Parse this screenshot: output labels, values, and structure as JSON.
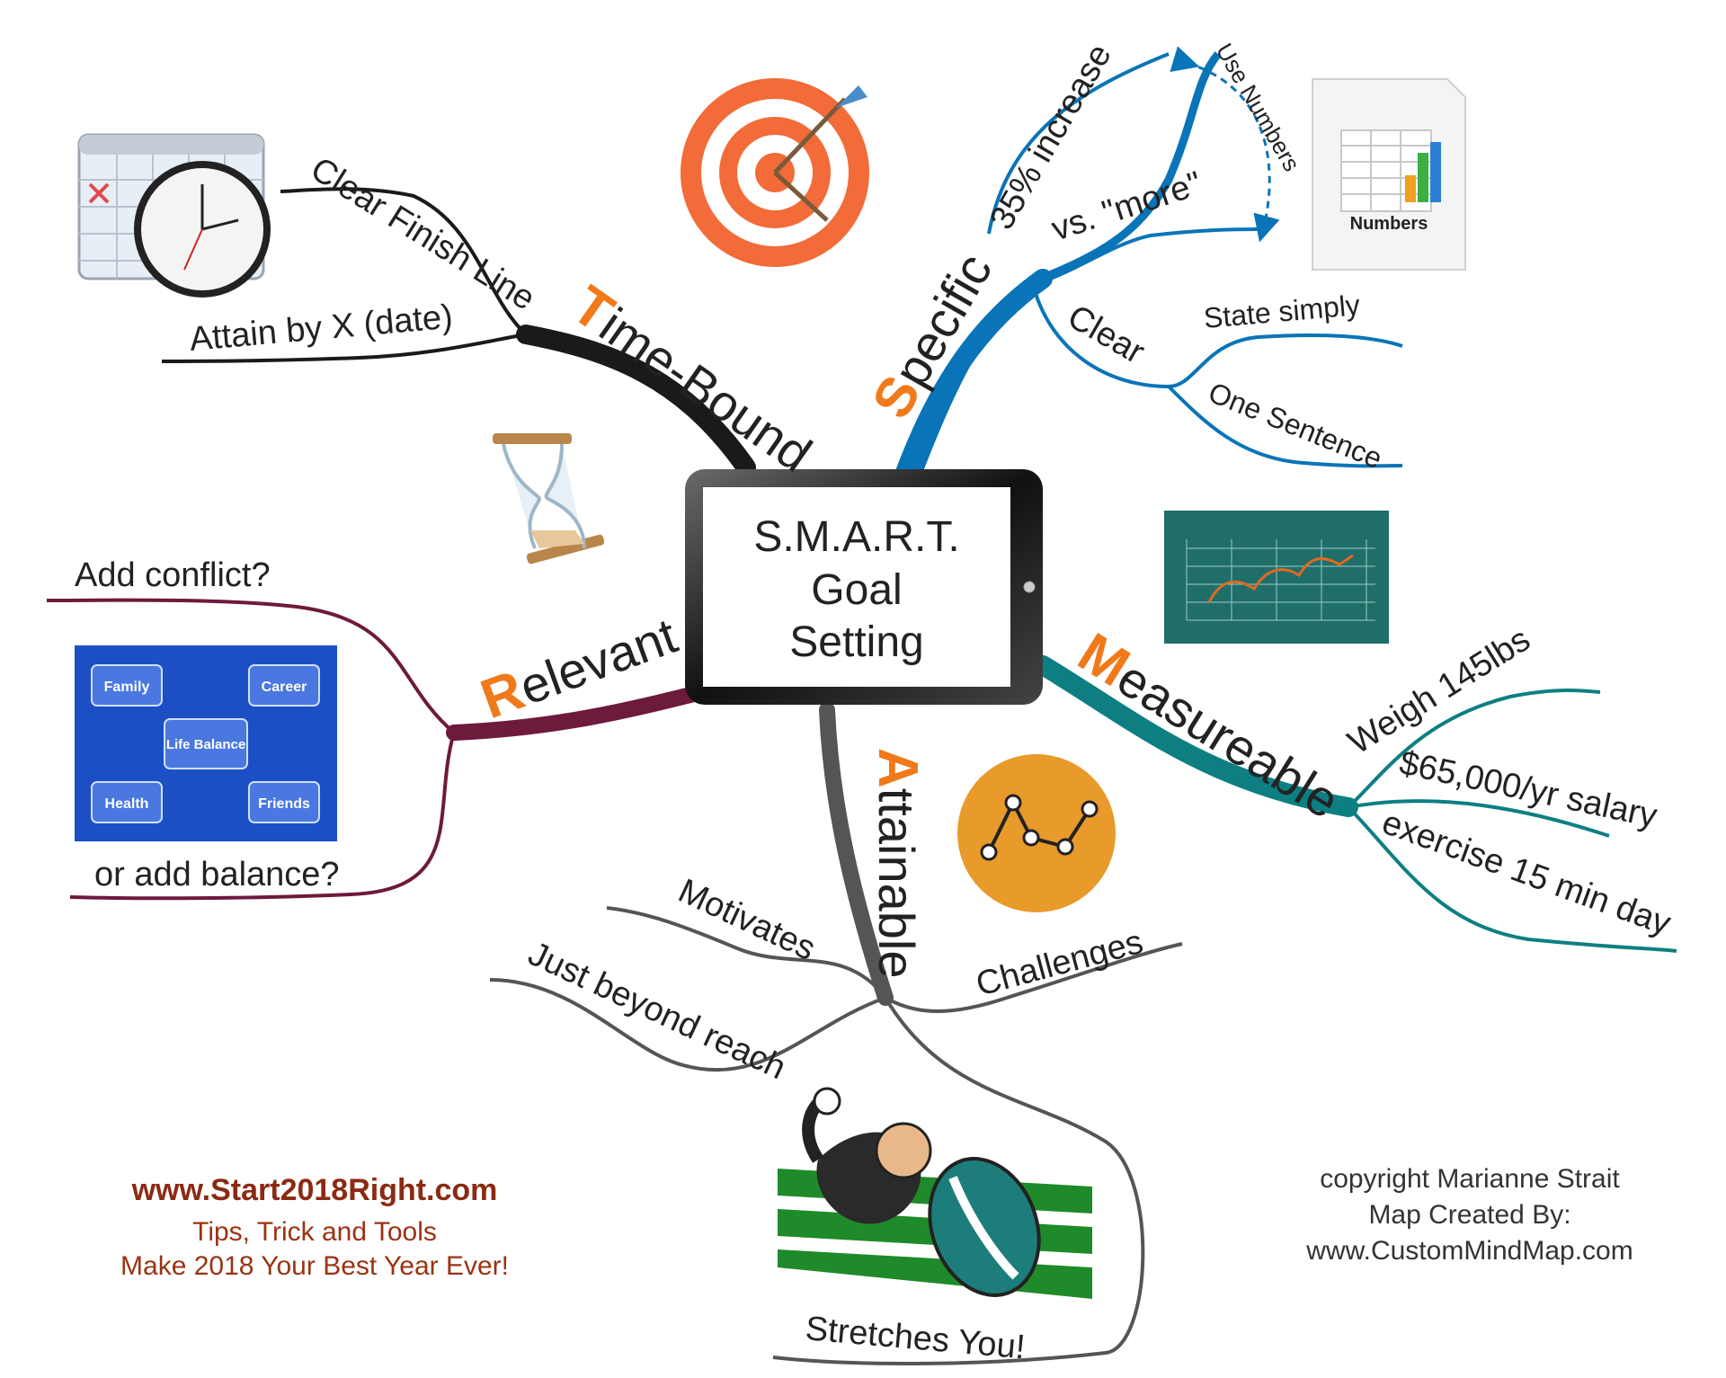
{
  "center": {
    "line1": "S.M.A.R.T.",
    "line2": "Goal",
    "line3": "Setting"
  },
  "branches": {
    "specific": {
      "initial": "S",
      "rest": "pecific",
      "color": "#0a74b8",
      "items": [
        "35% increase",
        "vs. \"more\"",
        "Clear",
        "State simply",
        "One Sentence"
      ],
      "annotation": "Use Numbers",
      "image_label": "Numbers"
    },
    "measureable": {
      "initial": "M",
      "rest": "easureable",
      "color": "#0d7f83",
      "items": [
        "Weigh 145lbs",
        "$65,000/yr salary",
        "exercise 15 min day"
      ]
    },
    "attainable": {
      "initial": "A",
      "rest": "ttainable",
      "color": "#555555",
      "items": [
        "Motivates",
        "Challenges",
        "Just beyond reach",
        "Stretches You!"
      ]
    },
    "relevant": {
      "initial": "R",
      "rest": "elevant",
      "color": "#6e1a3c",
      "items": [
        "Add conflict?",
        "or add balance?"
      ],
      "balance_image": [
        "Family",
        "Career",
        "Life Balance",
        "Health",
        "Friends"
      ]
    },
    "timebound": {
      "initial": "T",
      "rest": "ime-Bound",
      "color": "#1a1a1a",
      "items": [
        "Clear Finish Line",
        "Attain by X (date)"
      ]
    }
  },
  "accent_color": "#f07a1a",
  "footer_left": {
    "url": "www.Start2018Right.com",
    "line1": "Tips, Trick and Tools",
    "line2": "Make 2018 Your Best Year Ever!"
  },
  "footer_right": {
    "line1": "copyright Marianne Strait",
    "line2": "Map Created By:",
    "line3": "www.CustomMindMap.com"
  },
  "icons": [
    "calendar-clock-icon",
    "target-arrow-icon",
    "hourglass-icon",
    "numbers-document-icon",
    "growth-chart-icon",
    "line-graph-circle-icon",
    "life-balance-icon",
    "rugby-player-icon"
  ]
}
